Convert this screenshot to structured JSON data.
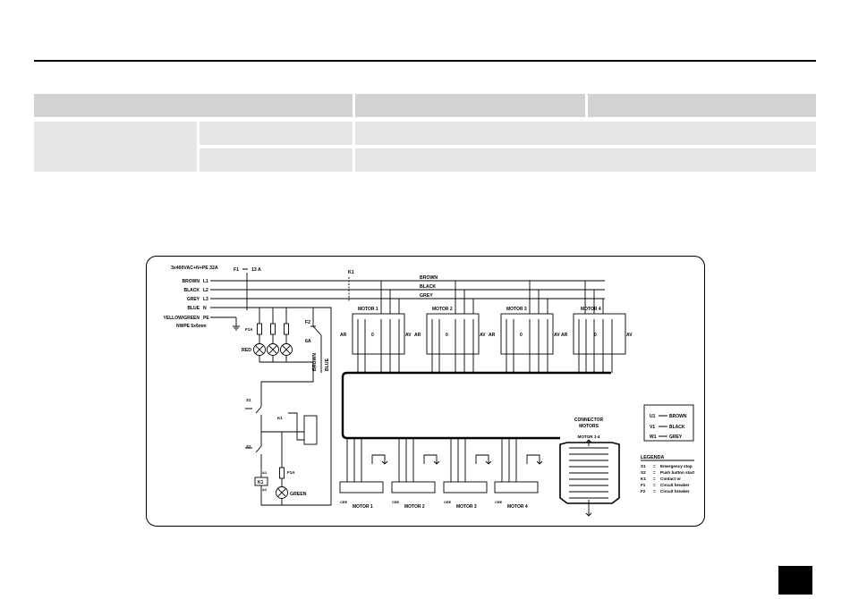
{
  "supply": {
    "title": "3x400VAC+N+PE 32A",
    "lines": [
      {
        "color": "BROWN",
        "term": "L1"
      },
      {
        "color": "BLACK",
        "term": "L2"
      },
      {
        "color": "GREY",
        "term": "L3"
      },
      {
        "color": "BLUE",
        "term": "N"
      },
      {
        "color": "YELLOW/GREEN",
        "term": "PE"
      }
    ],
    "cable": "NWPE 5x6mm"
  },
  "f1": {
    "label": "F1",
    "rating": "13 A"
  },
  "k1": {
    "label": "K1"
  },
  "bus_labels": [
    "BROWN",
    "BLACK",
    "GREY"
  ],
  "fuse_label": "F1A",
  "lamp_red": "RED",
  "f2": {
    "label": "F2",
    "rating": "6A"
  },
  "wire_brown": "BROWN",
  "wire_blue": "BLUE",
  "s1": "S1",
  "s2": "S2",
  "k1_coil": "K1",
  "a1": "A1",
  "a2": "A2",
  "k1_aux": "K1",
  "lamp_green": "GREEN",
  "fuse_label_2": "F1A",
  "motors": [
    "MOTOR 1",
    "MOTOR 2",
    "MOTOR 3",
    "MOTOR 4"
  ],
  "switch_labels": {
    "left": "AR",
    "center": "0",
    "right": "AV"
  },
  "connector": {
    "title_1": "CONNECTOR",
    "title_2": "MOTORS",
    "subtitle": "MOTOR 1-4"
  },
  "cee_label": "CEE",
  "legend_box": [
    {
      "code": "U1",
      "color": "BROWN"
    },
    {
      "code": "V1",
      "color": "BLACK"
    },
    {
      "code": "W1",
      "color": "GREY"
    }
  ],
  "legend": {
    "title": "LEGENDA",
    "items": [
      {
        "code": "S1",
        "desc": "Emergency stop"
      },
      {
        "code": "S2",
        "desc": "Push button start"
      },
      {
        "code": "K1",
        "desc": "Contact or"
      },
      {
        "code": "F1",
        "desc": "Circuit breaker"
      },
      {
        "code": "F2",
        "desc": "Circuit breaker"
      }
    ]
  }
}
